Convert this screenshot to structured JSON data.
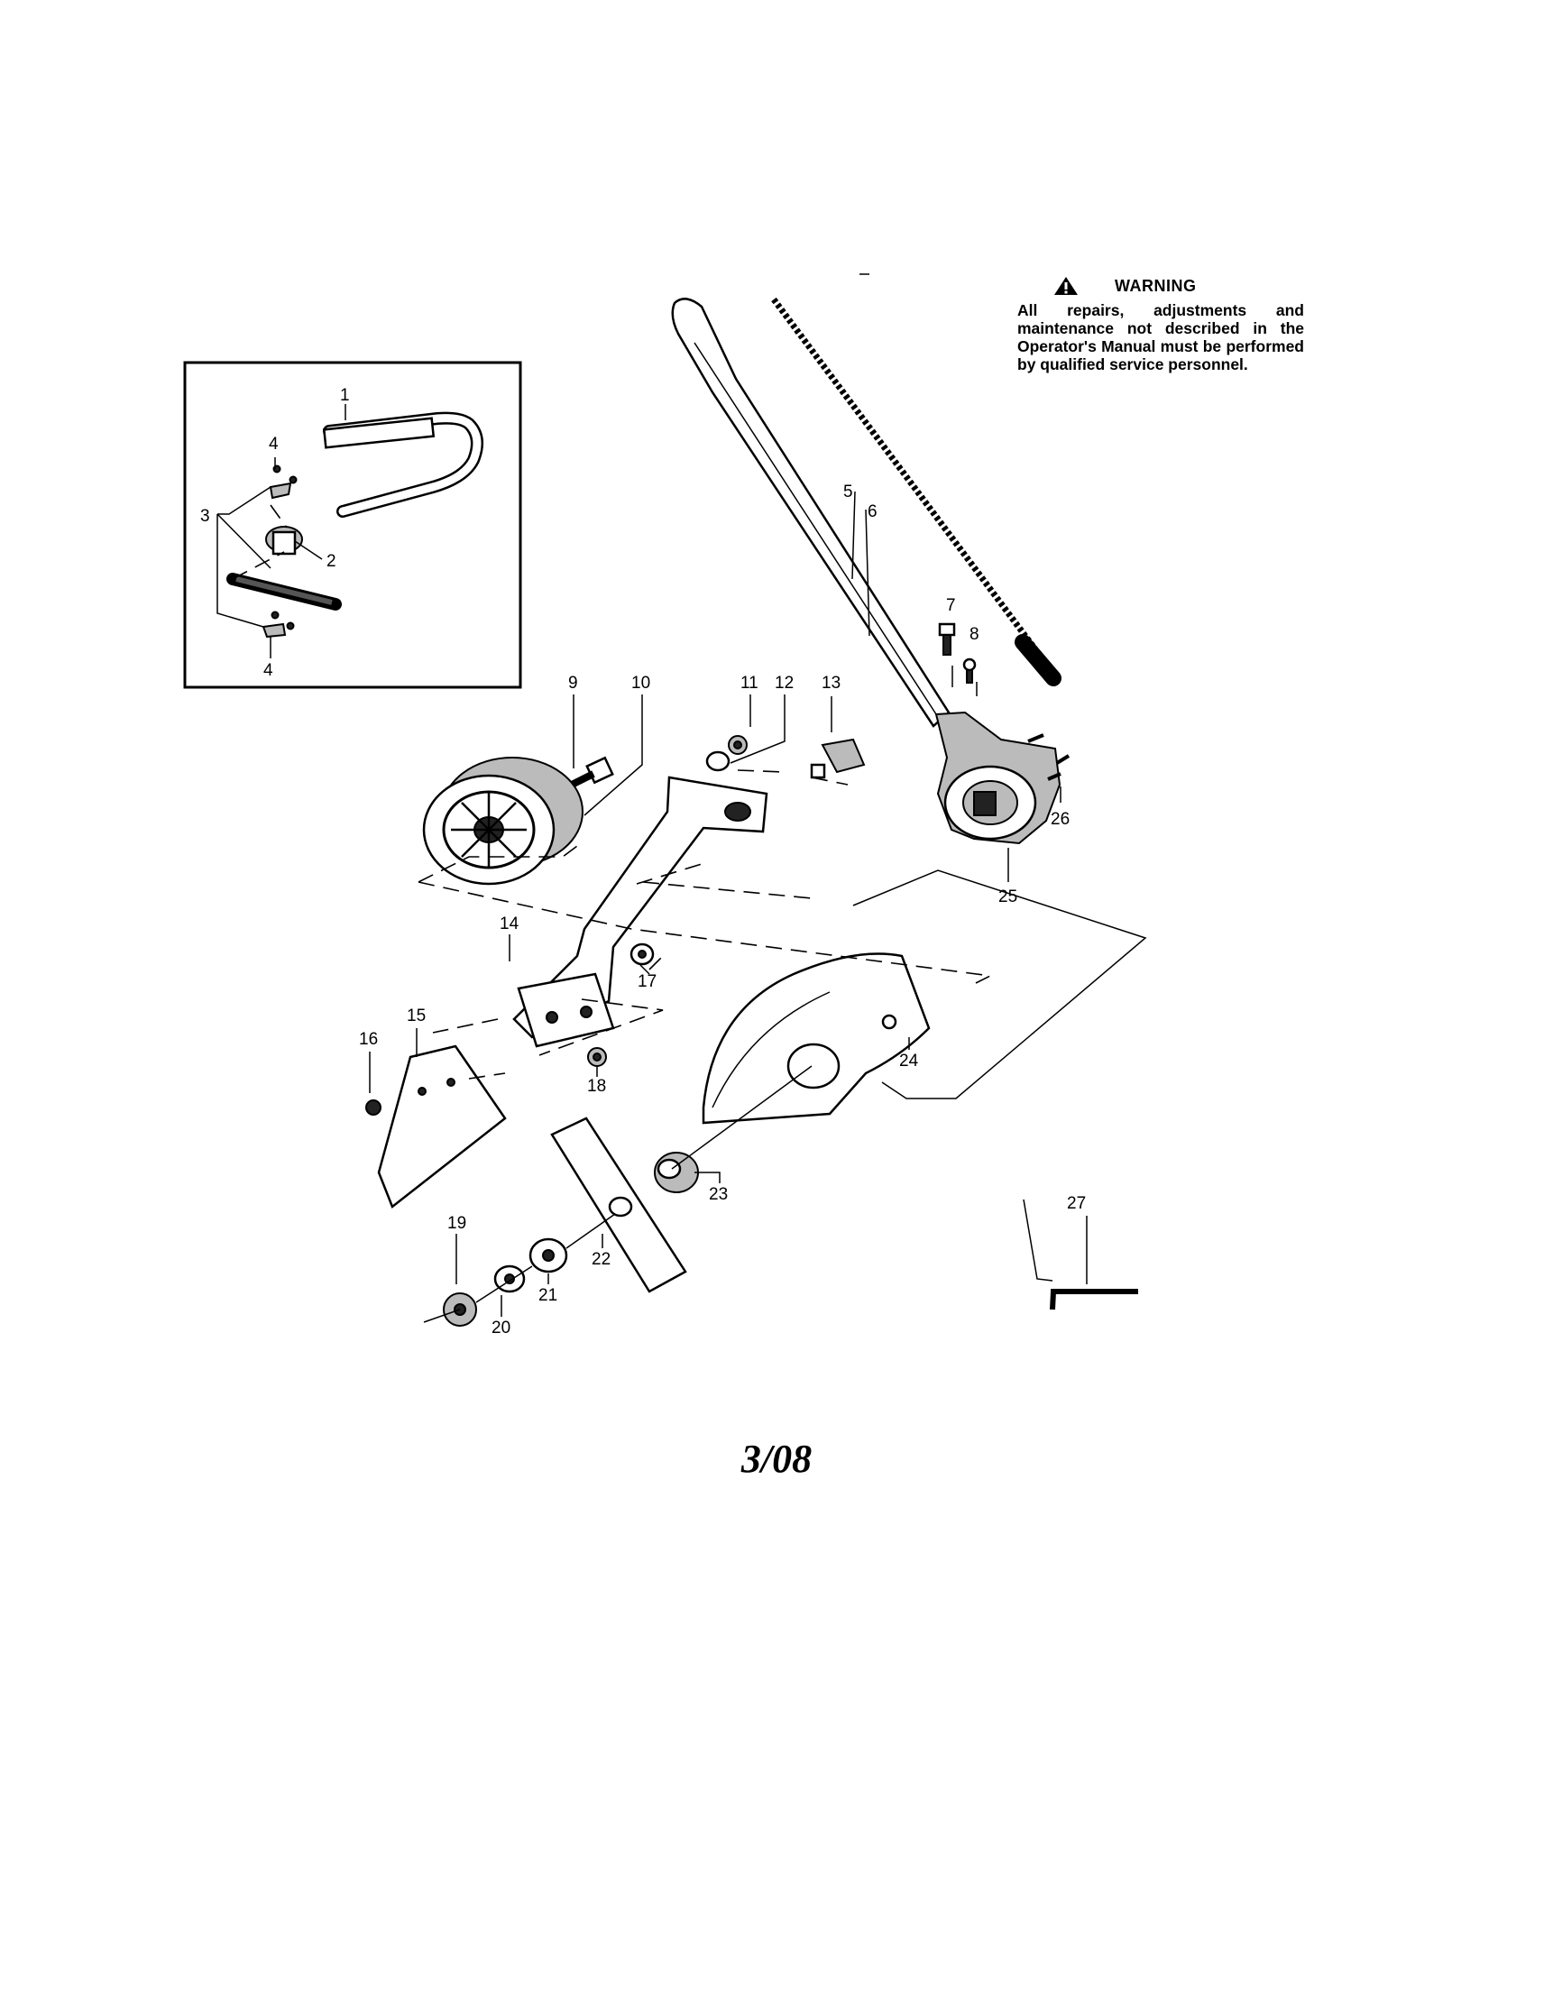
{
  "warning": {
    "icon": "warning-triangle-icon",
    "title": "WARNING",
    "text": "All repairs, adjustments and maintenance not described in the Operator's Manual must be performed by qualified service personnel."
  },
  "part_labels": [
    "1",
    "2",
    "3",
    "4",
    "4",
    "5",
    "6",
    "7",
    "8",
    "9",
    "10",
    "11",
    "12",
    "13",
    "14",
    "15",
    "16",
    "17",
    "18",
    "19",
    "20",
    "21",
    "22",
    "23",
    "24",
    "25",
    "26",
    "27"
  ],
  "footer": {
    "date": "3/08"
  }
}
